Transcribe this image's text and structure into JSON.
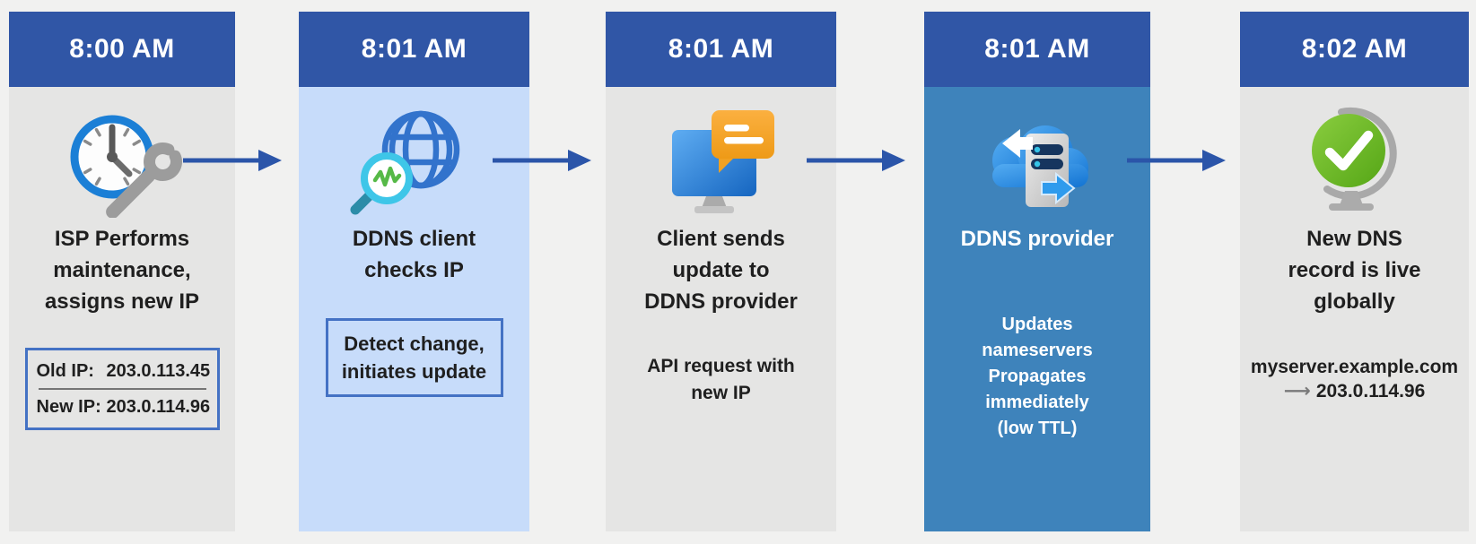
{
  "colors": {
    "background": "#F1F1F0",
    "header_blue": "#3056A6",
    "arrow_blue": "#2B55A9",
    "panel_gray": "#E5E5E4",
    "panel_light_blue": "#C7DCFA",
    "panel_medium_blue": "#3E83BB",
    "box_border_blue": "#4472C4",
    "text_dark": "#1F1F1F",
    "text_white": "#FFFFFF",
    "success_green": "#6CBE2C",
    "chat_orange": "#F5A623"
  },
  "steps": [
    {
      "time": "8:00 AM",
      "icon": "clock-wrench-icon",
      "title": "ISP Performs\nmaintenance,\nassigns new IP",
      "ip_box": {
        "old_label": "Old IP:",
        "old_value": "203.0.113.45",
        "new_label": "New IP:",
        "new_value": "203.0.114.96"
      }
    },
    {
      "time": "8:01 AM",
      "icon": "globe-magnifier-icon",
      "title": "DDNS client\nchecks IP",
      "note_box": "Detect change,\ninitiates update"
    },
    {
      "time": "8:01 AM",
      "icon": "monitor-chat-icon",
      "title": "Client sends\nupdate to\nDDNS provider",
      "note": "API request with\nnew IP"
    },
    {
      "time": "8:01 AM",
      "icon": "cloud-server-icon",
      "title": "DDNS provider",
      "note": "Updates\nnameservers\nPropagates\nimmediately\n(low TTL)"
    },
    {
      "time": "8:02 AM",
      "icon": "globe-check-icon",
      "title": "New DNS\nrecord is live\nglobally",
      "record": {
        "domain": "myserver.example.com",
        "arrow_glyph": "⟶",
        "ip": "203.0.114.96"
      }
    }
  ]
}
